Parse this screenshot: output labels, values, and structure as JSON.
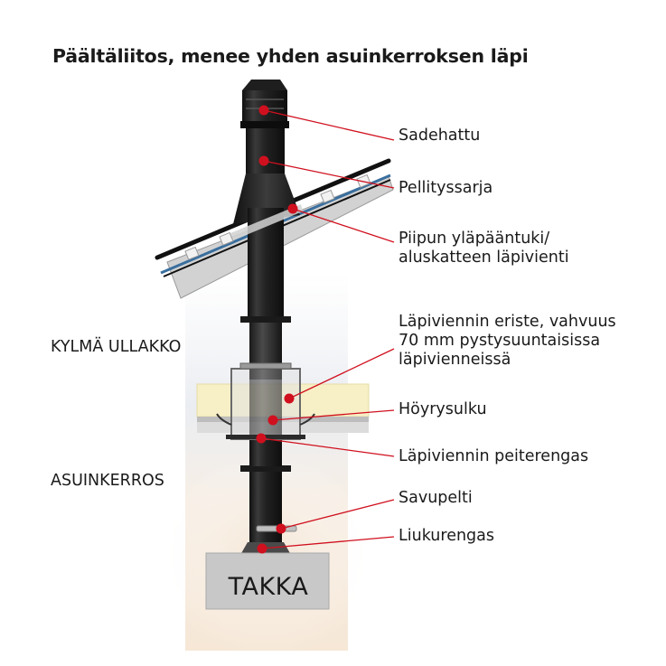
{
  "title": "Päältäliitos, menee yhden asuinkerroksen läpi",
  "zones": {
    "cold_attic": "KYLMÄ ULLAKKO",
    "living_floor": "ASUINKERROS"
  },
  "fireplace_label": "TAKKA",
  "labels": [
    {
      "id": "sadehattu",
      "lines": [
        "Sadehattu"
      ]
    },
    {
      "id": "pellityssarja",
      "lines": [
        "Pellityssarja"
      ]
    },
    {
      "id": "ylapaantuki",
      "lines": [
        "Piipun yläpääntuki/",
        "aluskatteen läpivienti"
      ]
    },
    {
      "id": "eriste",
      "lines": [
        "Läpiviennin eriste, vahvuus",
        "70 mm pystysuuntaisissa",
        "läpivienneissä"
      ]
    },
    {
      "id": "hoyrysulku",
      "lines": [
        "Höyrysulku"
      ]
    },
    {
      "id": "peiterengas",
      "lines": [
        "Läpiviennin peiterengas"
      ]
    },
    {
      "id": "savupelti",
      "lines": [
        "Savupelti"
      ]
    },
    {
      "id": "liukurengas",
      "lines": [
        "Liukurengas"
      ]
    }
  ],
  "colors": {
    "marker": "#d0101e",
    "leader": "#d0101e",
    "pipe": "#262626",
    "insulation": "#f7efc6",
    "fireplace": "#c8c8c8",
    "roof_underlay": "#d2d2d2",
    "roof_stripe": "#3a6f9e"
  }
}
